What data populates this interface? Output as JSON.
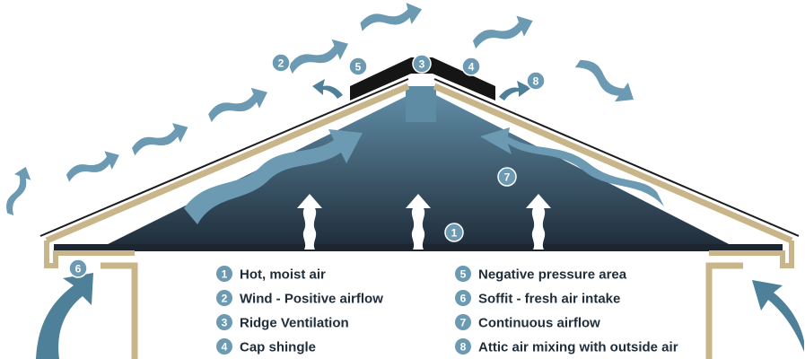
{
  "colors": {
    "arrow": "#6b9ab2",
    "arrow_dark": "#4f8099",
    "roof_trim": "#c9b58a",
    "attic_top": "#5f8ca5",
    "attic_bottom": "#1f2c39",
    "ridge_cap": "#151515",
    "badge": "#6b9ab2",
    "legend_text": "#1f2d3a",
    "white": "#ffffff"
  },
  "markers": [
    {
      "num": "1"
    },
    {
      "num": "2"
    },
    {
      "num": "3"
    },
    {
      "num": "4"
    },
    {
      "num": "5"
    },
    {
      "num": "6"
    },
    {
      "num": "7"
    },
    {
      "num": "8"
    }
  ],
  "legend": [
    {
      "num": "1",
      "label": "Hot, moist air"
    },
    {
      "num": "2",
      "label": "Wind - Positive airflow"
    },
    {
      "num": "3",
      "label": "Ridge Ventilation"
    },
    {
      "num": "4",
      "label": "Cap shingle"
    },
    {
      "num": "5",
      "label": "Negative pressure area"
    },
    {
      "num": "6",
      "label": "Soffit - fresh air intake"
    },
    {
      "num": "7",
      "label": "Continuous airflow"
    },
    {
      "num": "8",
      "label": "Attic air mixing with outside air"
    }
  ],
  "icons": {
    "wind_arrow": "wave-arrow-icon",
    "rising_air": "white-wavy-up-arrow-icon",
    "soffit_intake": "curved-up-arrow-icon"
  }
}
